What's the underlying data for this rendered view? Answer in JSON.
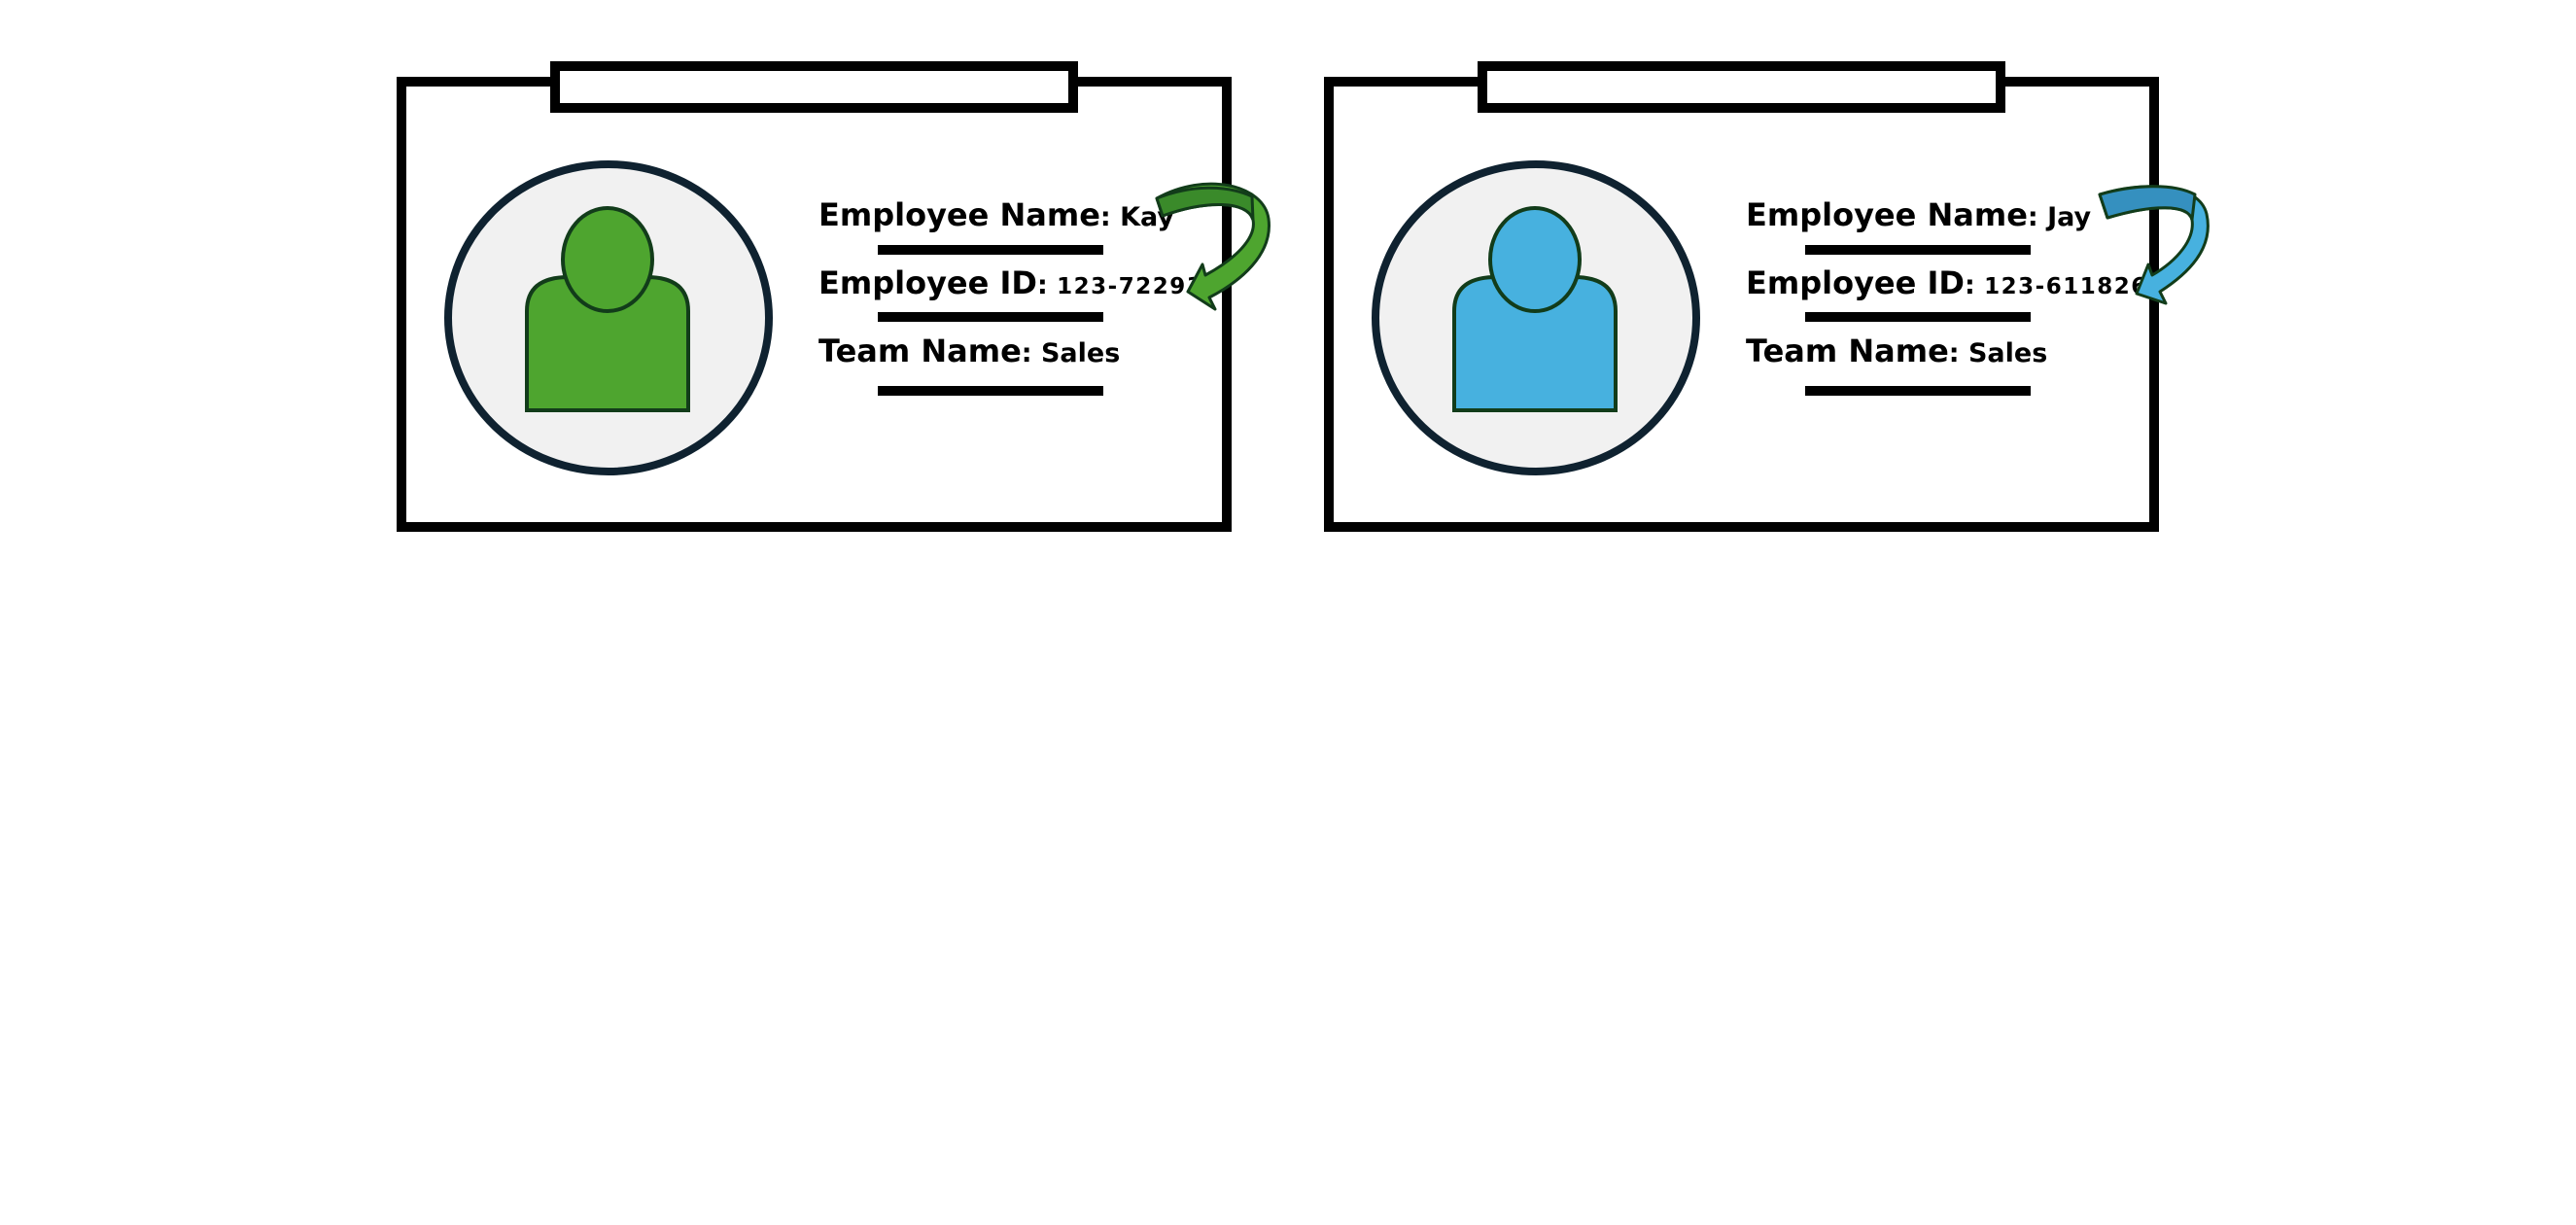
{
  "colors": {
    "frame": "#000000",
    "photo_bg": "#f1f1f1",
    "photo_ring": "#0f2230",
    "person_outline": "#123c1a"
  },
  "cards": [
    {
      "employee_name_label": "Employee Name",
      "employee_name": "Kay",
      "employee_id_label": "Employee ID",
      "employee_id": "123-722937",
      "team_name_label": "Team Name",
      "team_name": "Sales",
      "icons": [
        "person-icon",
        "curved-arrow-icon"
      ],
      "accent": "#4ea52f",
      "accent_dark": "#3a8a2a"
    },
    {
      "employee_name_label": "Employee Name",
      "employee_name": "Jay",
      "employee_id_label": "Employee ID",
      "employee_id": "123-611826",
      "team_name_label": "Team Name",
      "team_name": "Sales",
      "icons": [
        "person-icon",
        "curved-arrow-icon"
      ],
      "accent": "#47b1df",
      "accent_dark": "#3590bf"
    }
  ]
}
